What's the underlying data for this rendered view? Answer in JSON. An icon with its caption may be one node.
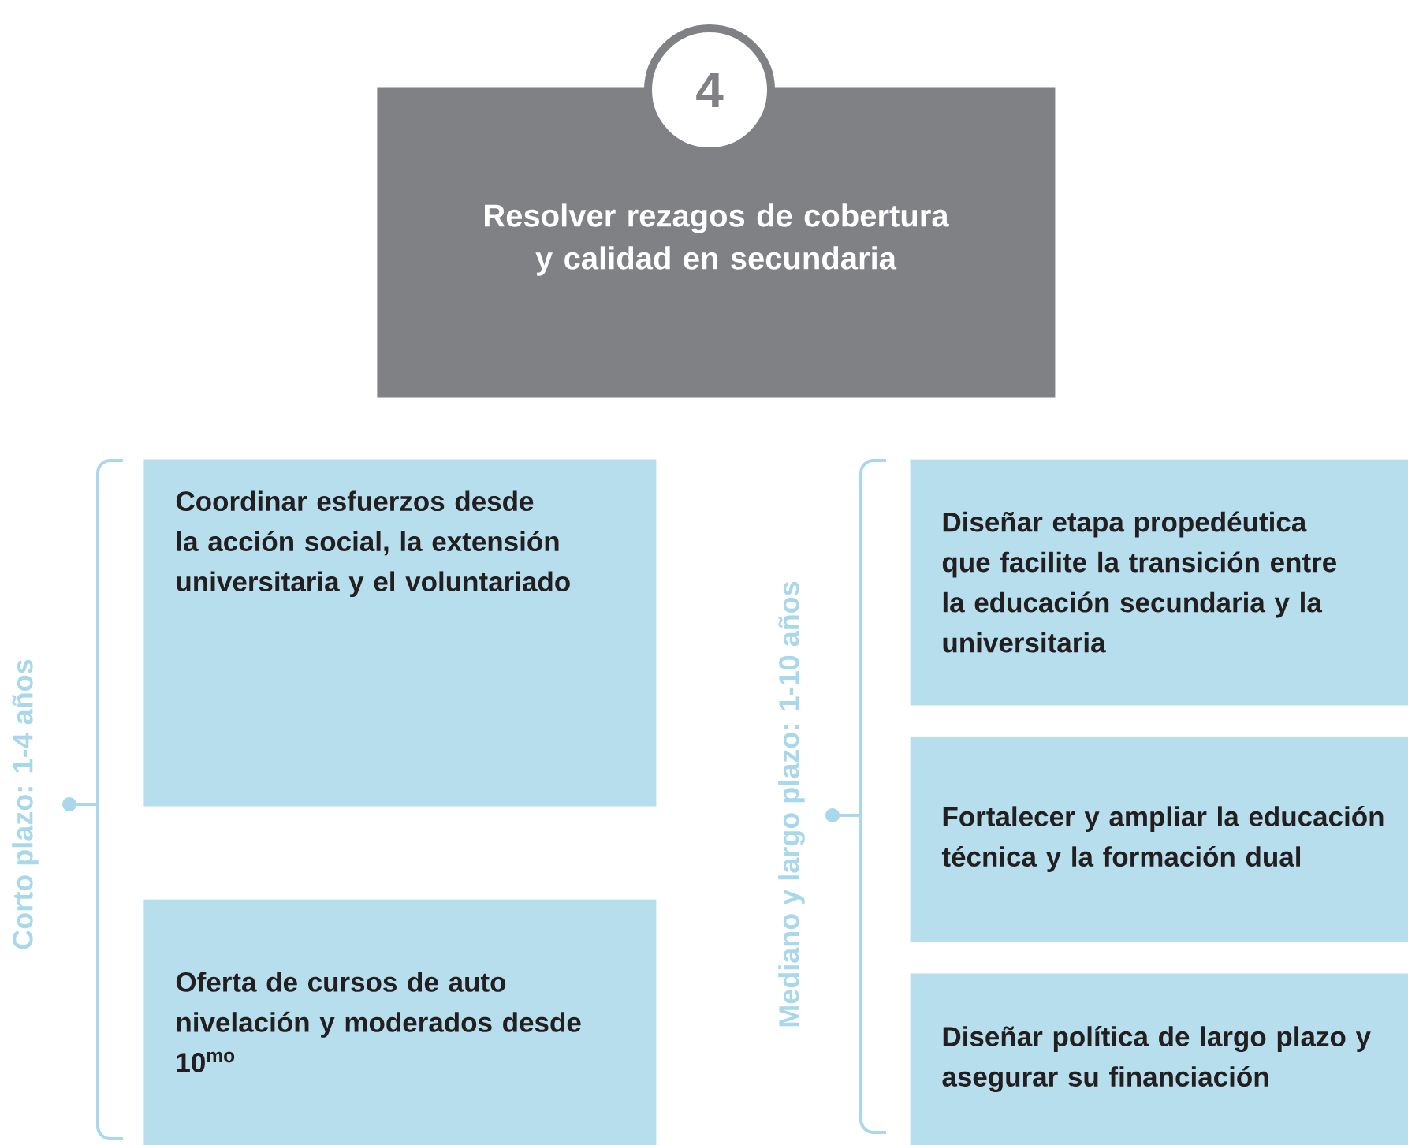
{
  "diagram": {
    "nodes": [
      {
        "text": [
          "4"
        ]
      },
      {
        "text": [
          "Resolver rezagos de cobertura y calidad en secundaria"
        ]
      },
      {
        "text": [
          "Coordinar esfuerzos desde la acción social, la extensión universitaria y el voluntariado"
        ]
      },
      {
        "text": [
          "Oferta de cursos de auto nivelación y moderados desde 10$^{mo}$"
        ]
      },
      {
        "text": [
          "Diseñar etapa propedéutica que facilite la transición entre la educación secundaria y la universitaria"
        ]
      },
      {
        "text": [
          "Fortalecer y ampliar la educación técnica y la formación dual"
        ]
      },
      {
        "text": [
          "Diseñar política de largo plazo y asegurar su financiación"
        ]
      }
    ],
    "labels": [
      "Corto plazo: 1-4 años",
      "Mediano y largo plazo: 1-10 años"
    ]
  }
}
